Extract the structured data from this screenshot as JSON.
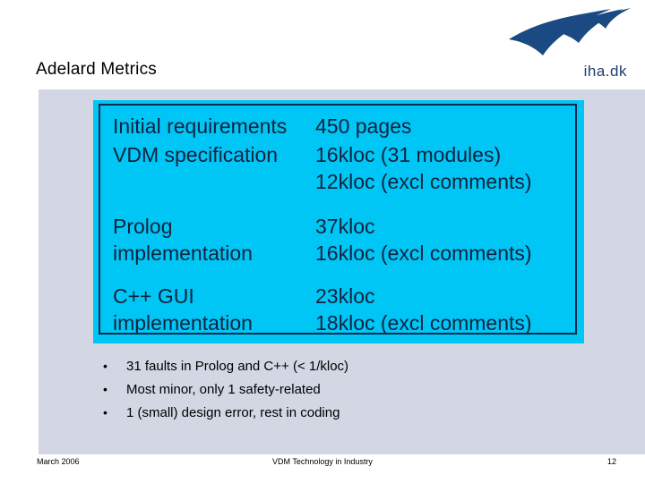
{
  "slide": {
    "title": "Adelard Metrics",
    "background_color": "#ffffff",
    "panel_color": "#d3d7e4",
    "accent_color": "#00c6f5",
    "border_color": "#12264a"
  },
  "logo": {
    "name": "iha-logo",
    "text": "iha.dk",
    "color": "#1b3d6e"
  },
  "metrics_table": {
    "rows": [
      {
        "label": "Initial requirements",
        "value": "450 pages"
      },
      {
        "label": "VDM specification",
        "value": "16kloc (31 modules)\n12kloc (excl comments)"
      },
      {
        "label": "Prolog\nimplementation",
        "value": "37kloc\n16kloc (excl comments)"
      },
      {
        "label": "C++ GUI\nimplementation",
        "value": "23kloc\n18kloc (excl comments)"
      }
    ]
  },
  "bullets": {
    "marker": "•",
    "items": [
      "31 faults in Prolog and C++ (< 1/kloc)",
      "Most minor, only 1 safety-related",
      "1 (small) design error, rest in coding"
    ]
  },
  "footer": {
    "date": "March 2006",
    "center": "VDM Technology in Industry",
    "page_number": "12"
  }
}
